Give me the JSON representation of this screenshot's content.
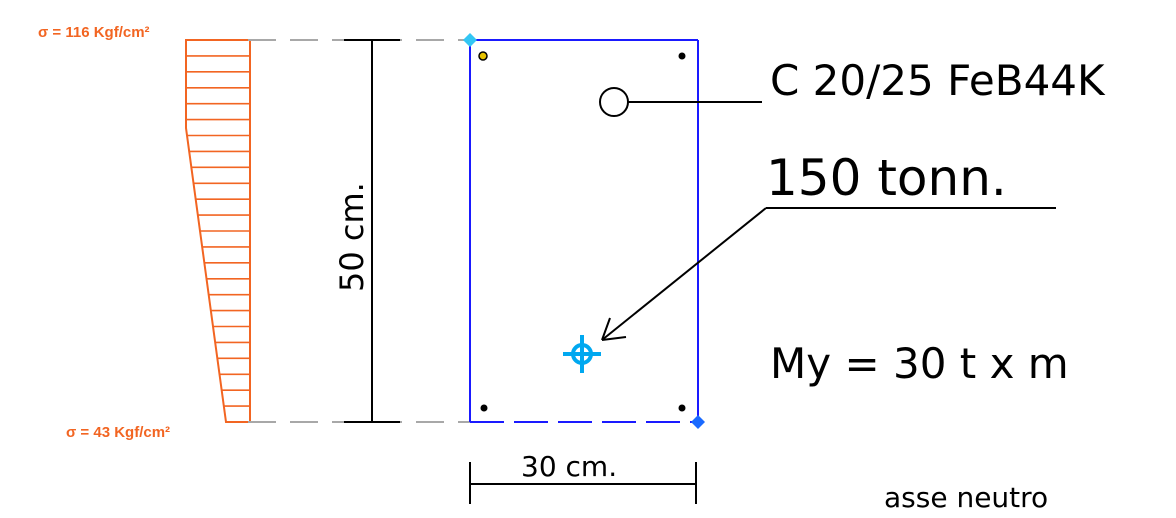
{
  "labels": {
    "stress_top": "σ = 116 Kgf/cm²",
    "stress_bottom": "σ = 43 Kgf/cm²",
    "height_dim": "50 cm.",
    "width_dim": "30 cm.",
    "material": "C 20/25 FeB44K",
    "load": "150 tonn.",
    "moment": "My = 30 t x m",
    "neutral_axis": "asse neutro"
  },
  "colors": {
    "stress": "#f26522",
    "section_outline": "#1a1aff",
    "load_point": "#00a8f0",
    "corner_grip": "#33c6f4",
    "rebar_highlight": "#e6c200",
    "lines": "#000000",
    "extension_lines": "#a8a8a8"
  }
}
